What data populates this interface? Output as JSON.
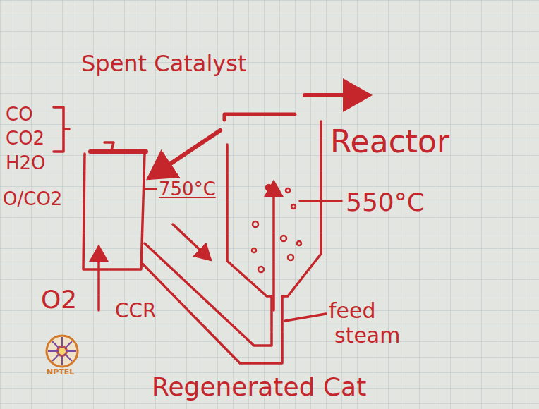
{
  "diagram": {
    "labels": [
      "Spent Catalyst",
      "CO",
      "CO2",
      "H2O",
      "Reactor",
      "550°C",
      "750°C",
      "O/CO2",
      "O2",
      "CCR",
      "feed steam",
      "Regenerated Cat",
      "NPTEL"
    ]
  }
}
